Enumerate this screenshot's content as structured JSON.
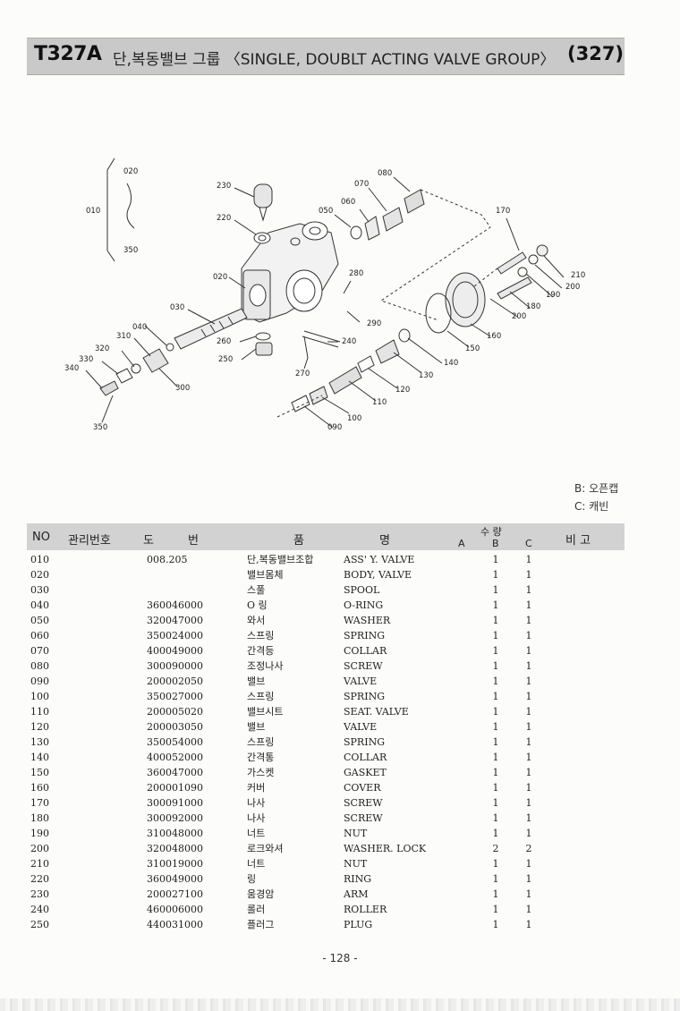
{
  "header": {
    "code": "T327A",
    "title": "단,복동밸브 그룹 〈SINGLE, DOUBLT ACTING VALVE GROUP〉",
    "page_ref": "(327)"
  },
  "diagram_labels": [
    "020",
    "010",
    "350",
    "230",
    "220",
    "080",
    "070",
    "060",
    "050",
    "170",
    "020",
    "280",
    "210",
    "200",
    "190",
    "030",
    "180",
    "200",
    "040",
    "290",
    "310",
    "260",
    "160",
    "320",
    "240",
    "150",
    "250",
    "330",
    "140",
    "340",
    "300",
    "270",
    "130",
    "120",
    "110",
    "100",
    "090",
    "350"
  ],
  "legend": {
    "b": "B: 오픈캡",
    "c": "C: 캐빈"
  },
  "columns": {
    "no": "NO",
    "mgmt": "관리번호",
    "drawing_1": "도",
    "drawing_2": "번",
    "name_1": "품",
    "name_2": "명",
    "qty": "수 량",
    "a": "A",
    "b": "B",
    "c": "C",
    "remarks": "비 고"
  },
  "rows": [
    {
      "no": "010",
      "code": "008.205",
      "kr": "단,복동밸브조합",
      "en": "ASS' Y. VALVE",
      "b": "1",
      "c": "1"
    },
    {
      "no": "020",
      "code": "",
      "kr": "밸브몸체",
      "en": "BODY, VALVE",
      "b": "1",
      "c": "1"
    },
    {
      "no": "030",
      "code": "",
      "kr": "스풀",
      "en": "SPOOL",
      "b": "1",
      "c": "1"
    },
    {
      "no": "040",
      "code": "360046000",
      "kr": "O 링",
      "en": "O-RING",
      "b": "1",
      "c": "1"
    },
    {
      "no": "050",
      "code": "320047000",
      "kr": "와서",
      "en": "WASHER",
      "b": "1",
      "c": "1"
    },
    {
      "no": "060",
      "code": "350024000",
      "kr": "스프링",
      "en": "SPRING",
      "b": "1",
      "c": "1"
    },
    {
      "no": "070",
      "code": "400049000",
      "kr": "간격등",
      "en": "COLLAR",
      "b": "1",
      "c": "1"
    },
    {
      "no": "080",
      "code": "300090000",
      "kr": "조정나사",
      "en": "SCREW",
      "b": "1",
      "c": "1"
    },
    {
      "no": "090",
      "code": "200002050",
      "kr": "밸브",
      "en": "VALVE",
      "b": "1",
      "c": "1"
    },
    {
      "no": "100",
      "code": "350027000",
      "kr": "스프링",
      "en": "SPRING",
      "b": "1",
      "c": "1"
    },
    {
      "no": "110",
      "code": "200005020",
      "kr": "밸브시트",
      "en": "SEAT. VALVE",
      "b": "1",
      "c": "1"
    },
    {
      "no": "120",
      "code": "200003050",
      "kr": "밸브",
      "en": "VALVE",
      "b": "1",
      "c": "1"
    },
    {
      "no": "130",
      "code": "350054000",
      "kr": "스프링",
      "en": "SPRING",
      "b": "1",
      "c": "1"
    },
    {
      "no": "140",
      "code": "400052000",
      "kr": "간격통",
      "en": "COLLAR",
      "b": "1",
      "c": "1"
    },
    {
      "no": "150",
      "code": "360047000",
      "kr": "가스켓",
      "en": "GASKET",
      "b": "1",
      "c": "1"
    },
    {
      "no": "160",
      "code": "200001090",
      "kr": "커버",
      "en": "COVER",
      "b": "1",
      "c": "1"
    },
    {
      "no": "170",
      "code": "300091000",
      "kr": "나사",
      "en": "SCREW",
      "b": "1",
      "c": "1"
    },
    {
      "no": "180",
      "code": "300092000",
      "kr": "나사",
      "en": "SCREW",
      "b": "1",
      "c": "1"
    },
    {
      "no": "190",
      "code": "310048000",
      "kr": "너트",
      "en": "NUT",
      "b": "1",
      "c": "1"
    },
    {
      "no": "200",
      "code": "320048000",
      "kr": "로크와셔",
      "en": "WASHER. LOCK",
      "b": "2",
      "c": "2"
    },
    {
      "no": "210",
      "code": "310019000",
      "kr": "너트",
      "en": "NUT",
      "b": "1",
      "c": "1"
    },
    {
      "no": "220",
      "code": "360049000",
      "kr": "링",
      "en": "RING",
      "b": "1",
      "c": "1"
    },
    {
      "no": "230",
      "code": "200027100",
      "kr": "움경암",
      "en": "ARM",
      "b": "1",
      "c": "1"
    },
    {
      "no": "240",
      "code": "460006000",
      "kr": "롤러",
      "en": "ROLLER",
      "b": "1",
      "c": "1"
    },
    {
      "no": "250",
      "code": "440031000",
      "kr": "플러그",
      "en": "PLUG",
      "b": "1",
      "c": "1"
    }
  ],
  "footer": {
    "page_number": "- 128 -"
  }
}
